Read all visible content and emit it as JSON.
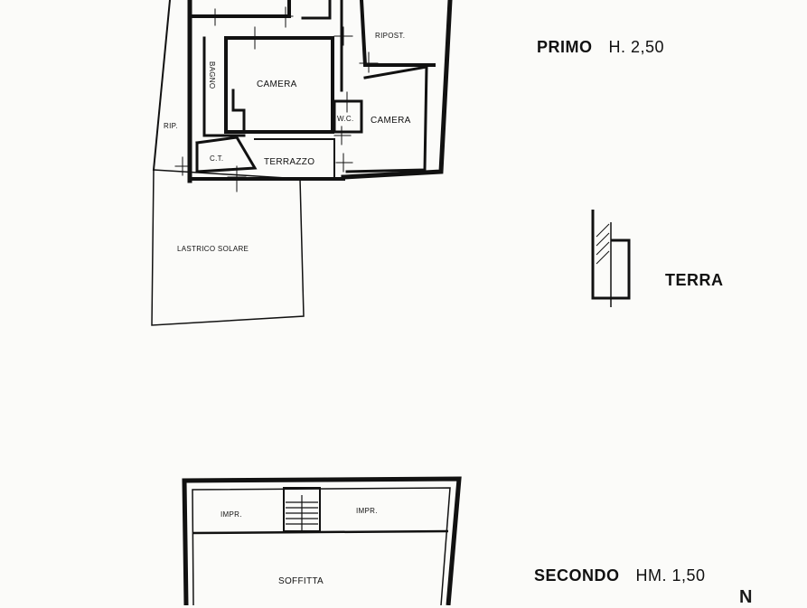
{
  "floors": {
    "primo": {
      "name": "PRIMO",
      "height": "H. 2,50"
    },
    "terra": {
      "name": "TERRA"
    },
    "secondo": {
      "name": "SECONDO",
      "height": "HM. 1,50"
    }
  },
  "rooms": {
    "ripost": "RIPOST.",
    "camera_main": "CAMERA",
    "bagno": "BAGNO",
    "rip": "RIP.",
    "wc": "W.C.",
    "camera_right": "CAMERA",
    "ct": "C.T.",
    "terrazzo": "TERRAZZO",
    "lastrico": "LASTRICO SOLARE",
    "impr_left": "IMPR.",
    "impr_right": "IMPR.",
    "soffitta": "SOFFITTA"
  },
  "north_label": "N",
  "colors": {
    "ink": "#111111",
    "paper": "#fbfbf9"
  }
}
